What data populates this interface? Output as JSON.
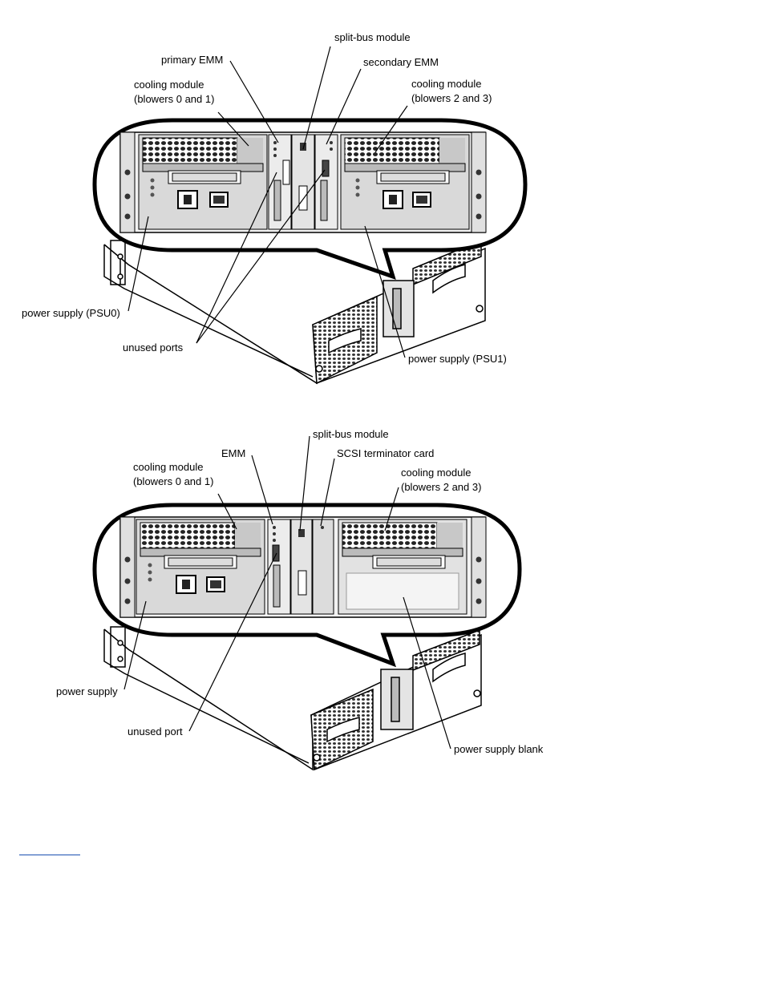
{
  "figure1": {
    "labels": {
      "split_bus_module": "split-bus module",
      "primary_emm": "primary EMM",
      "secondary_emm": "secondary EMM",
      "cooling_left_line1": "cooling module",
      "cooling_left_line2": "(blowers 0 and 1)",
      "cooling_right_line1": "cooling module",
      "cooling_right_line2": "(blowers 2 and 3)",
      "psu0": "power supply (PSU0)",
      "unused_ports": "unused ports",
      "psu1": "power supply (PSU1)"
    }
  },
  "figure2": {
    "labels": {
      "split_bus_module": "split-bus module",
      "emm": "EMM",
      "scsi_terminator": "SCSI terminator card",
      "cooling_left_line1": "cooling module",
      "cooling_left_line2": "(blowers 0 and 1)",
      "cooling_right_line1": "cooling module",
      "cooling_right_line2": "(blowers 2 and 3)",
      "power_supply": "power supply",
      "unused_port": "unused port",
      "power_supply_blank": "power supply blank"
    }
  },
  "colors": {
    "line": "#000000",
    "panel": "#d8d8d8",
    "panel_dark": "#9a9a9a",
    "link": "#1a4fb0"
  }
}
